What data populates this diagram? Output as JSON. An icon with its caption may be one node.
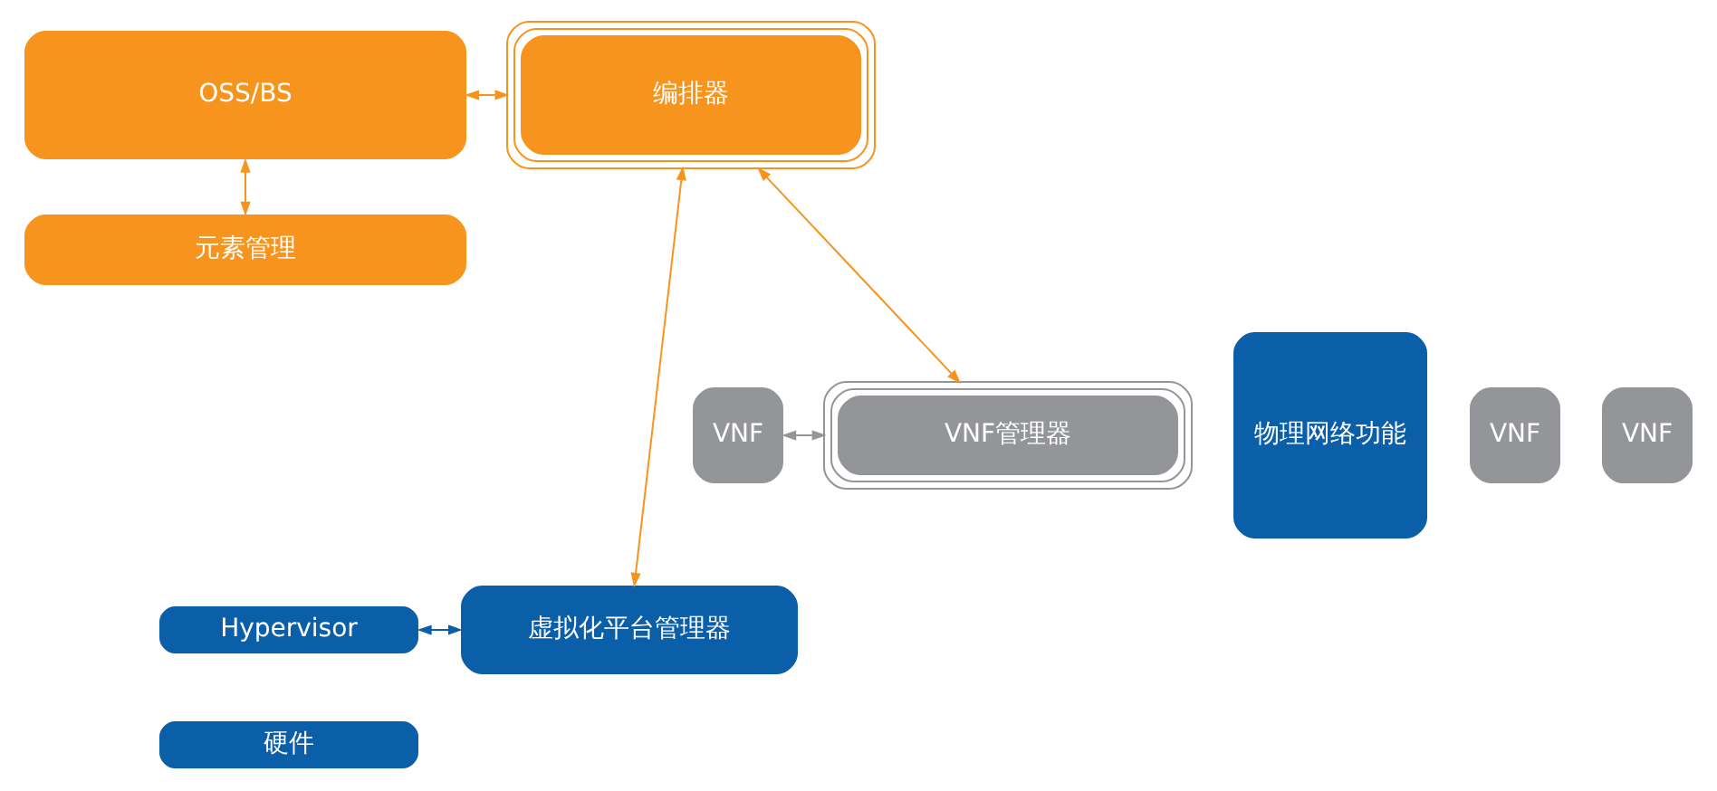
{
  "diagram": {
    "nodes": [
      {
        "text": [
          "OSS/BS"
        ]
      },
      {
        "text": [
          "编排器"
        ]
      },
      {
        "text": [
          "元素管理"
        ]
      },
      {
        "text": [
          "物理网络功能"
        ]
      },
      {
        "text": [
          "VNF"
        ]
      },
      {
        "text": [
          "VNF"
        ]
      },
      {
        "text": [
          "VNF"
        ]
      },
      {
        "text": [
          "VNF管理器"
        ]
      },
      {
        "text": [
          "Hypervisor"
        ]
      },
      {
        "text": [
          "虚拟化平台管理器"
        ]
      },
      {
        "text": [
          "硬件"
        ]
      }
    ],
    "edges": [
      {
        "from": 0,
        "to": 1,
        "arrow": "both"
      },
      {
        "from": 0,
        "to": 2,
        "arrow": "both"
      },
      {
        "from": 1,
        "to": 7,
        "arrow": "both"
      },
      {
        "from": 1,
        "to": 9,
        "arrow": "both"
      },
      {
        "from": 6,
        "to": 7,
        "arrow": "both",
        "color": "#939598"
      },
      {
        "from": 8,
        "to": 9,
        "arrow": "both",
        "color": "#0b5ea8"
      }
    ]
  }
}
